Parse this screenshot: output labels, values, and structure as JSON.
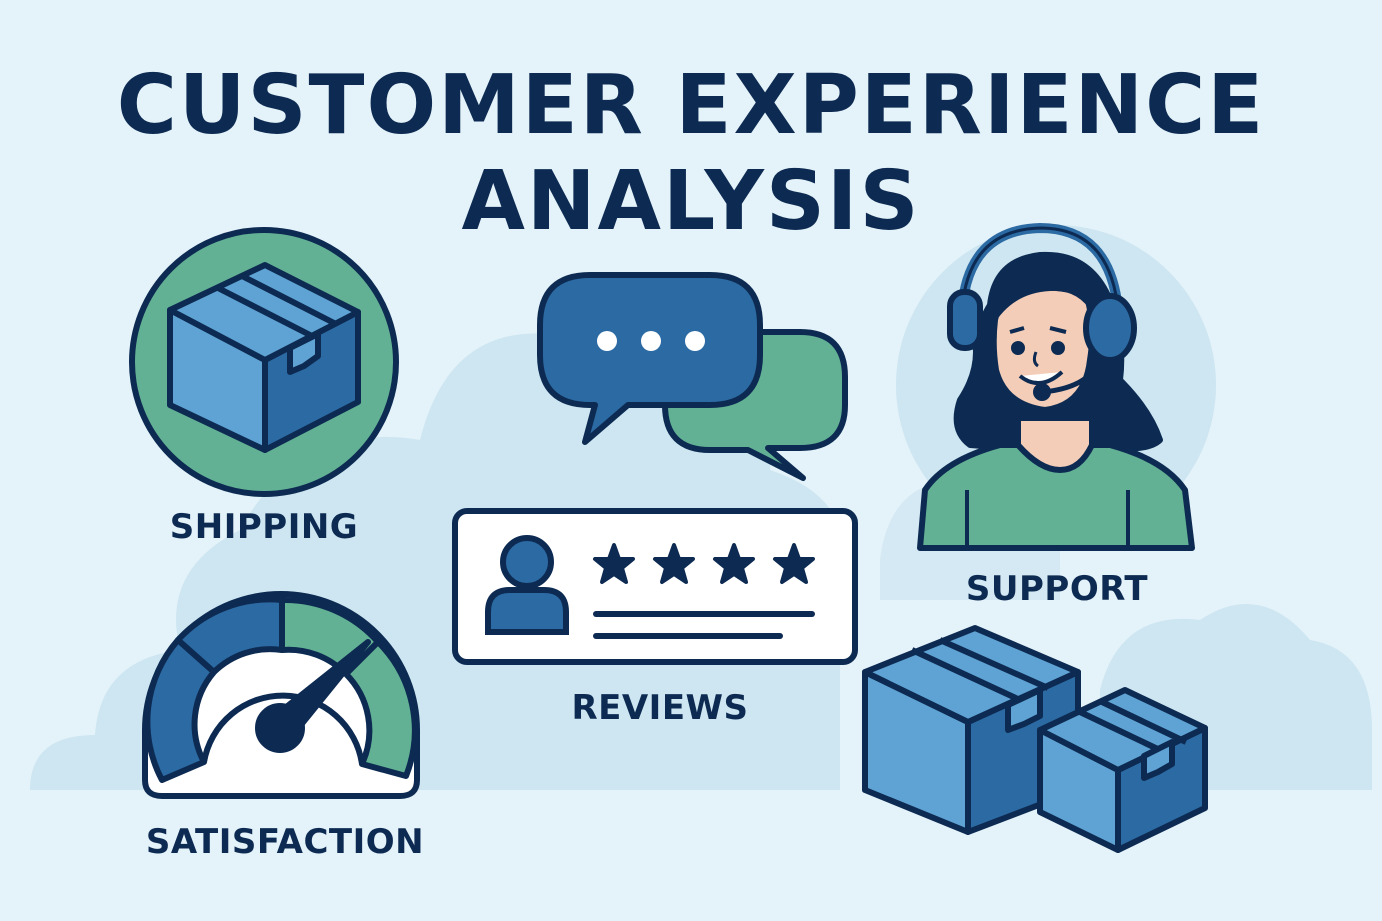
{
  "title": {
    "line1": "CUSTOMER EXPERIENCE",
    "line2": "ANALYSIS"
  },
  "sections": {
    "shipping": {
      "label": "SHIPPING",
      "icon": "package-icon"
    },
    "reviews": {
      "label": "REVIEWS",
      "icon": "review-card-icon",
      "stars": 4
    },
    "support": {
      "label": "SUPPORT",
      "icon": "support-agent-icon"
    },
    "satisfaction": {
      "label": "SATISFACTION",
      "icon": "gauge-icon"
    }
  },
  "colors": {
    "background": "#e4f2f9",
    "cloud": "#cde6f1",
    "navy": "#0d2b52",
    "blue": "#2c6aa3",
    "light_blue": "#5fa3d4",
    "green": "#63b194",
    "skin": "#f3cdb7"
  }
}
